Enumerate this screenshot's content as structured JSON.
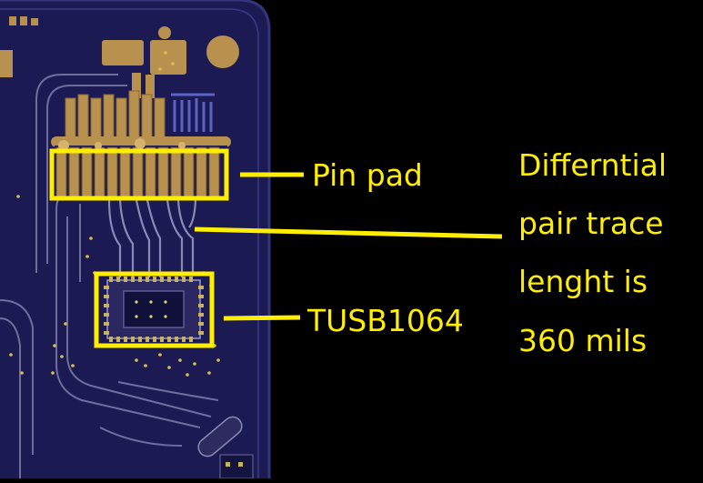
{
  "annotations": {
    "pin_pad_label": "Pin pad",
    "chip_label": "TUSB1064",
    "note_lines": [
      "Differntial",
      "pair trace",
      "lenght is",
      "360 mils"
    ]
  },
  "colors": {
    "background": "#000000",
    "board": "#1c1a52",
    "board_edge": "#34347a",
    "trace": "#8a8ab8",
    "pad_gold": "#b8914e",
    "annotation": "#ffee00"
  }
}
